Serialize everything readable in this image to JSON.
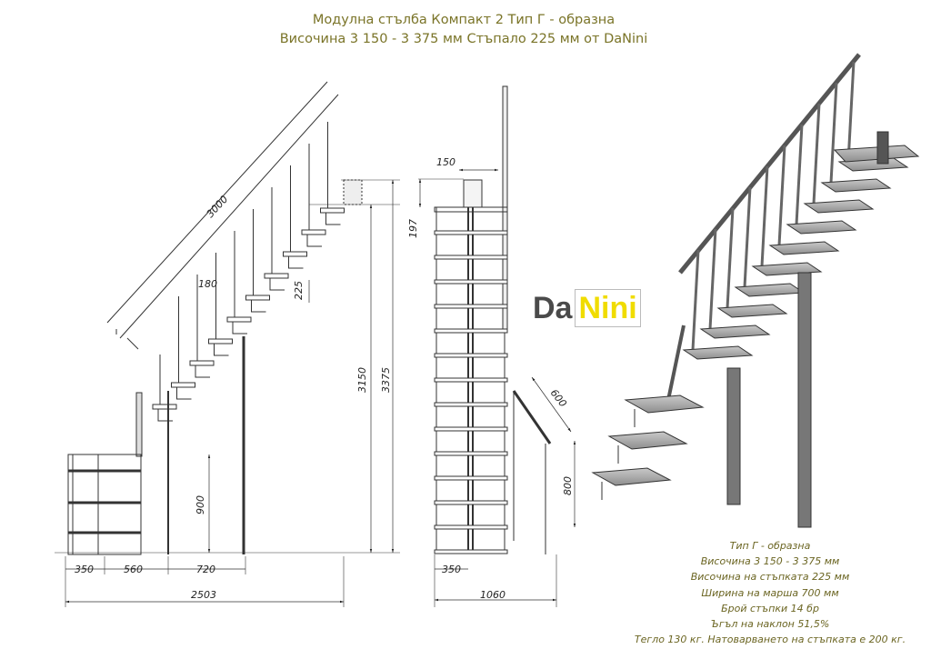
{
  "header": {
    "title_line1": "Модулна стълба Компакт 2 Тип Г - образна",
    "title_line2": "Височина 3 150 - 3 375 мм Стъпало 225 мм от DaNini"
  },
  "logo": {
    "part1": "Da",
    "part2": "Nini",
    "colors": {
      "da": "#4a4a4a",
      "nini": "#f0dc00"
    }
  },
  "side_view": {
    "handrail_length": "3000",
    "tread_depth": "180",
    "step_height": "225",
    "height_min": "3150",
    "height_max": "3375",
    "landing_rail_height": "900",
    "bottom_dims": [
      "350",
      "560",
      "720"
    ],
    "total_length": "2503"
  },
  "front_view": {
    "top_width": "150",
    "top_offset": "197",
    "rail_length": "600",
    "rail_height": "800",
    "bottom_offset": "350",
    "total_width": "1060"
  },
  "specs": [
    "Тип Г - образна",
    "Височина 3 150 - 3 375 мм",
    "Височина на стъпката 225 мм",
    "Ширина на марша 700 мм",
    "Брой стъпки 14 бр",
    "Ъгъл на наклон 51,5%",
    "Тегло 130 кг. Натоварването на стъпката е 200 кг."
  ]
}
